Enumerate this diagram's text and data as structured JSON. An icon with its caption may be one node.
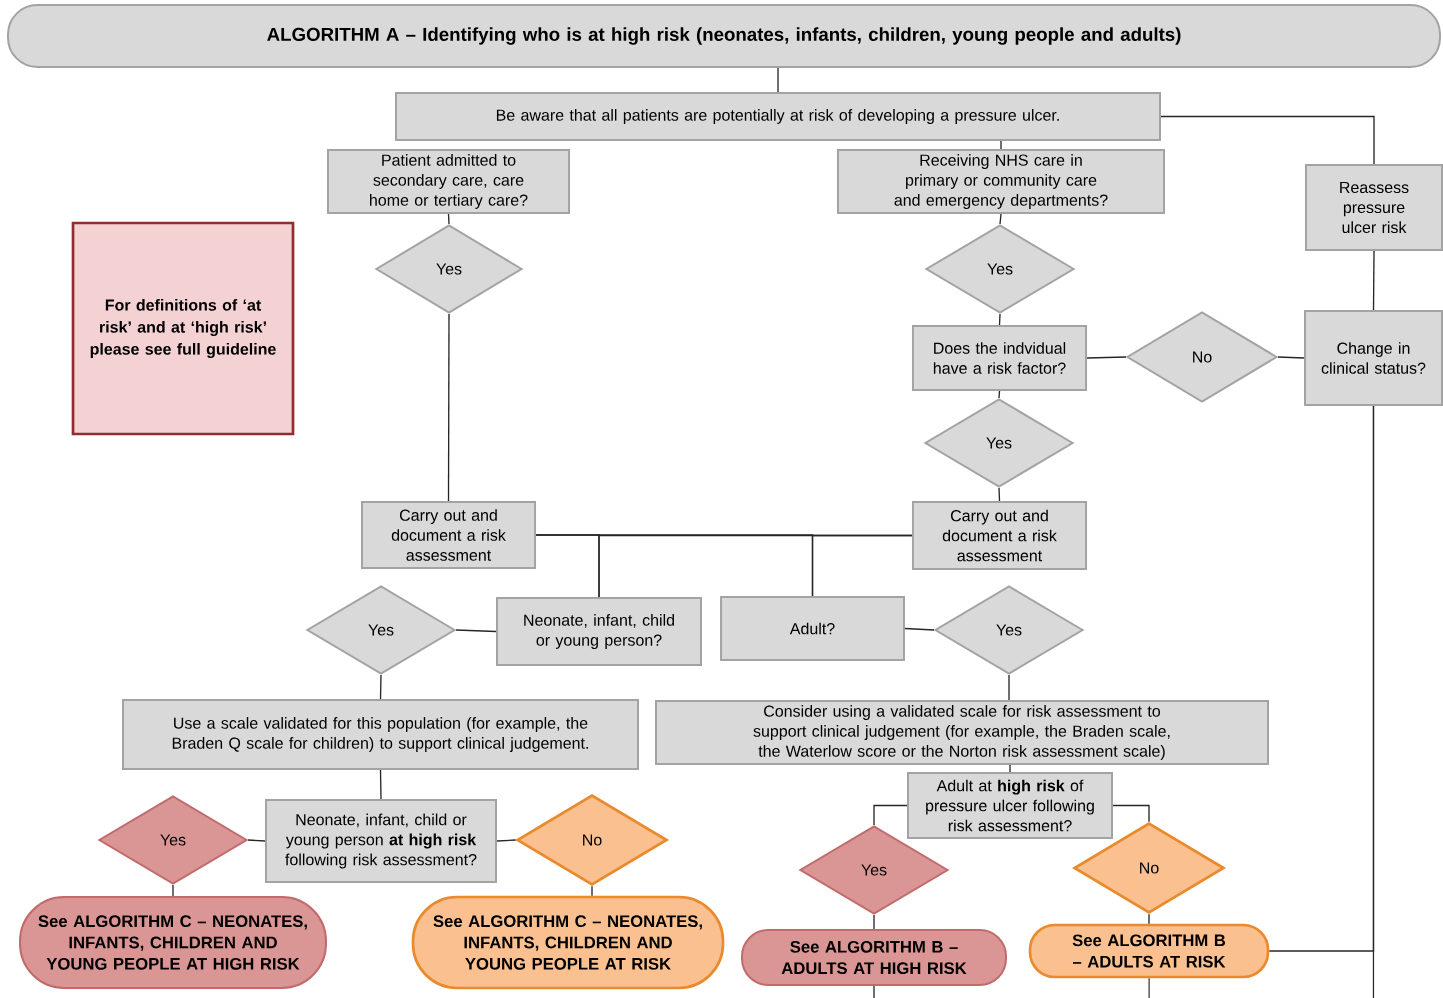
{
  "diagram": {
    "nodes": [
      {
        "text": [
          "ALGORITHM A – Identifying who is at high risk (neonates, infants, children, young people and adults)"
        ]
      },
      {
        "text": [
          "Be aware that all patients are potentially at risk of developing a pressure ulcer."
        ]
      },
      {
        "text": [
          "Patient admitted to secondary care, care home or tertiary care?"
        ]
      },
      {
        "text": [
          "Receiving NHS care in primary or community care and emergency departments?"
        ]
      },
      {
        "text": [
          "Reassess pressure ulcer risk"
        ]
      },
      {
        "text": [
          "For definitions of ‘at risk’ and at ‘high risk’ please see full guideline"
        ]
      },
      {
        "text": [
          "Yes"
        ]
      },
      {
        "text": [
          "Yes"
        ]
      },
      {
        "text": [
          "Does the indvidual have a risk factor?"
        ]
      },
      {
        "text": [
          "No"
        ]
      },
      {
        "text": [
          "Change in clinical status?"
        ]
      },
      {
        "text": [
          "Yes"
        ]
      },
      {
        "text": [
          "Carry out and document a risk assessment"
        ]
      },
      {
        "text": [
          "Carry out and document a risk assessment"
        ]
      },
      {
        "text": [
          "Yes"
        ]
      },
      {
        "text": [
          "Neonate, infant, child or young person?"
        ]
      },
      {
        "text": [
          "Adult?"
        ]
      },
      {
        "text": [
          "Yes"
        ]
      },
      {
        "text": [
          "Use a scale validated for this population (for example, the Braden Q scale for children) to support clinical judgement."
        ]
      },
      {
        "text": [
          "Consider using a validated scale for risk assessment to support clinical judgement (for example, the Braden scale, the Waterlow score or the Norton risk assessment scale)"
        ]
      },
      {
        "text": [
          "Yes"
        ]
      },
      {
        "text": [
          "Neonate, infant, child or young person **at high risk** following risk assessment?"
        ]
      },
      {
        "text": [
          "No"
        ]
      },
      {
        "text": [
          "Adult at **high risk** of pressure ulcer following risk assessment?"
        ]
      },
      {
        "text": [
          "Yes"
        ]
      },
      {
        "text": [
          "No"
        ]
      },
      {
        "text": [
          "See ALGORITHM C – NEONATES, INFANTS, CHILDREN AND YOUNG PEOPLE AT HIGH RISK"
        ]
      },
      {
        "text": [
          "See ALGORITHM C – NEONATES, INFANTS, CHILDREN AND YOUNG PEOPLE AT RISK"
        ]
      },
      {
        "text": [
          "See ALGORITHM B – ADULTS AT HIGH RISK"
        ]
      },
      {
        "text": [
          "See ALGORITHM B – ADULTS AT RISK"
        ]
      }
    ],
    "edges": [
      {
        "from": 1,
        "to": 0,
        "arrow": "none"
      },
      {
        "from": 1,
        "to": 3,
        "arrow": "none"
      },
      {
        "from": 1,
        "to": 4,
        "arrow": "none"
      },
      {
        "from": 4,
        "to": 10,
        "arrow": "none"
      },
      {
        "from": 2,
        "to": 6,
        "arrow": "none"
      },
      {
        "from": 6,
        "to": 12,
        "arrow": "none"
      },
      {
        "from": 3,
        "to": 7,
        "arrow": "none"
      },
      {
        "from": 7,
        "to": 8,
        "arrow": "none"
      },
      {
        "from": 8,
        "to": 11,
        "arrow": "none"
      },
      {
        "from": 11,
        "to": 13,
        "arrow": "none"
      },
      {
        "from": 8,
        "to": 9,
        "arrow": "none"
      },
      {
        "from": 9,
        "to": 10,
        "arrow": "none"
      },
      {
        "from": 12,
        "to": 15,
        "arrow": "none"
      },
      {
        "from": 12,
        "to": 16,
        "arrow": "none"
      },
      {
        "from": 13,
        "to": 15,
        "arrow": "none"
      },
      {
        "from": 13,
        "to": 16,
        "arrow": "none"
      },
      {
        "from": 15,
        "to": 14,
        "arrow": "none"
      },
      {
        "from": 14,
        "to": 18,
        "arrow": "none"
      },
      {
        "from": 18,
        "to": 21,
        "arrow": "none"
      },
      {
        "from": 21,
        "to": 20,
        "arrow": "none"
      },
      {
        "from": 21,
        "to": 22,
        "arrow": "none"
      },
      {
        "from": 20,
        "to": 26,
        "arrow": "none"
      },
      {
        "from": 22,
        "to": 27,
        "arrow": "none"
      },
      {
        "from": 16,
        "to": 17,
        "arrow": "none"
      },
      {
        "from": 17,
        "to": 19,
        "arrow": "none"
      },
      {
        "from": 19,
        "to": 23,
        "arrow": "none"
      },
      {
        "from": 23,
        "to": 24,
        "arrow": "none"
      },
      {
        "from": 23,
        "to": 25,
        "arrow": "none"
      },
      {
        "from": 24,
        "to": 28,
        "arrow": "none"
      },
      {
        "from": 25,
        "to": 29,
        "arrow": "none"
      },
      {
        "from": 28,
        "to": null,
        "arrow": "none"
      },
      {
        "from": 29,
        "to": null,
        "arrow": "none"
      },
      {
        "from": 29,
        "to": 10,
        "arrow": "none"
      },
      {
        "from": 10,
        "to": null,
        "arrow": "none"
      }
    ]
  }
}
